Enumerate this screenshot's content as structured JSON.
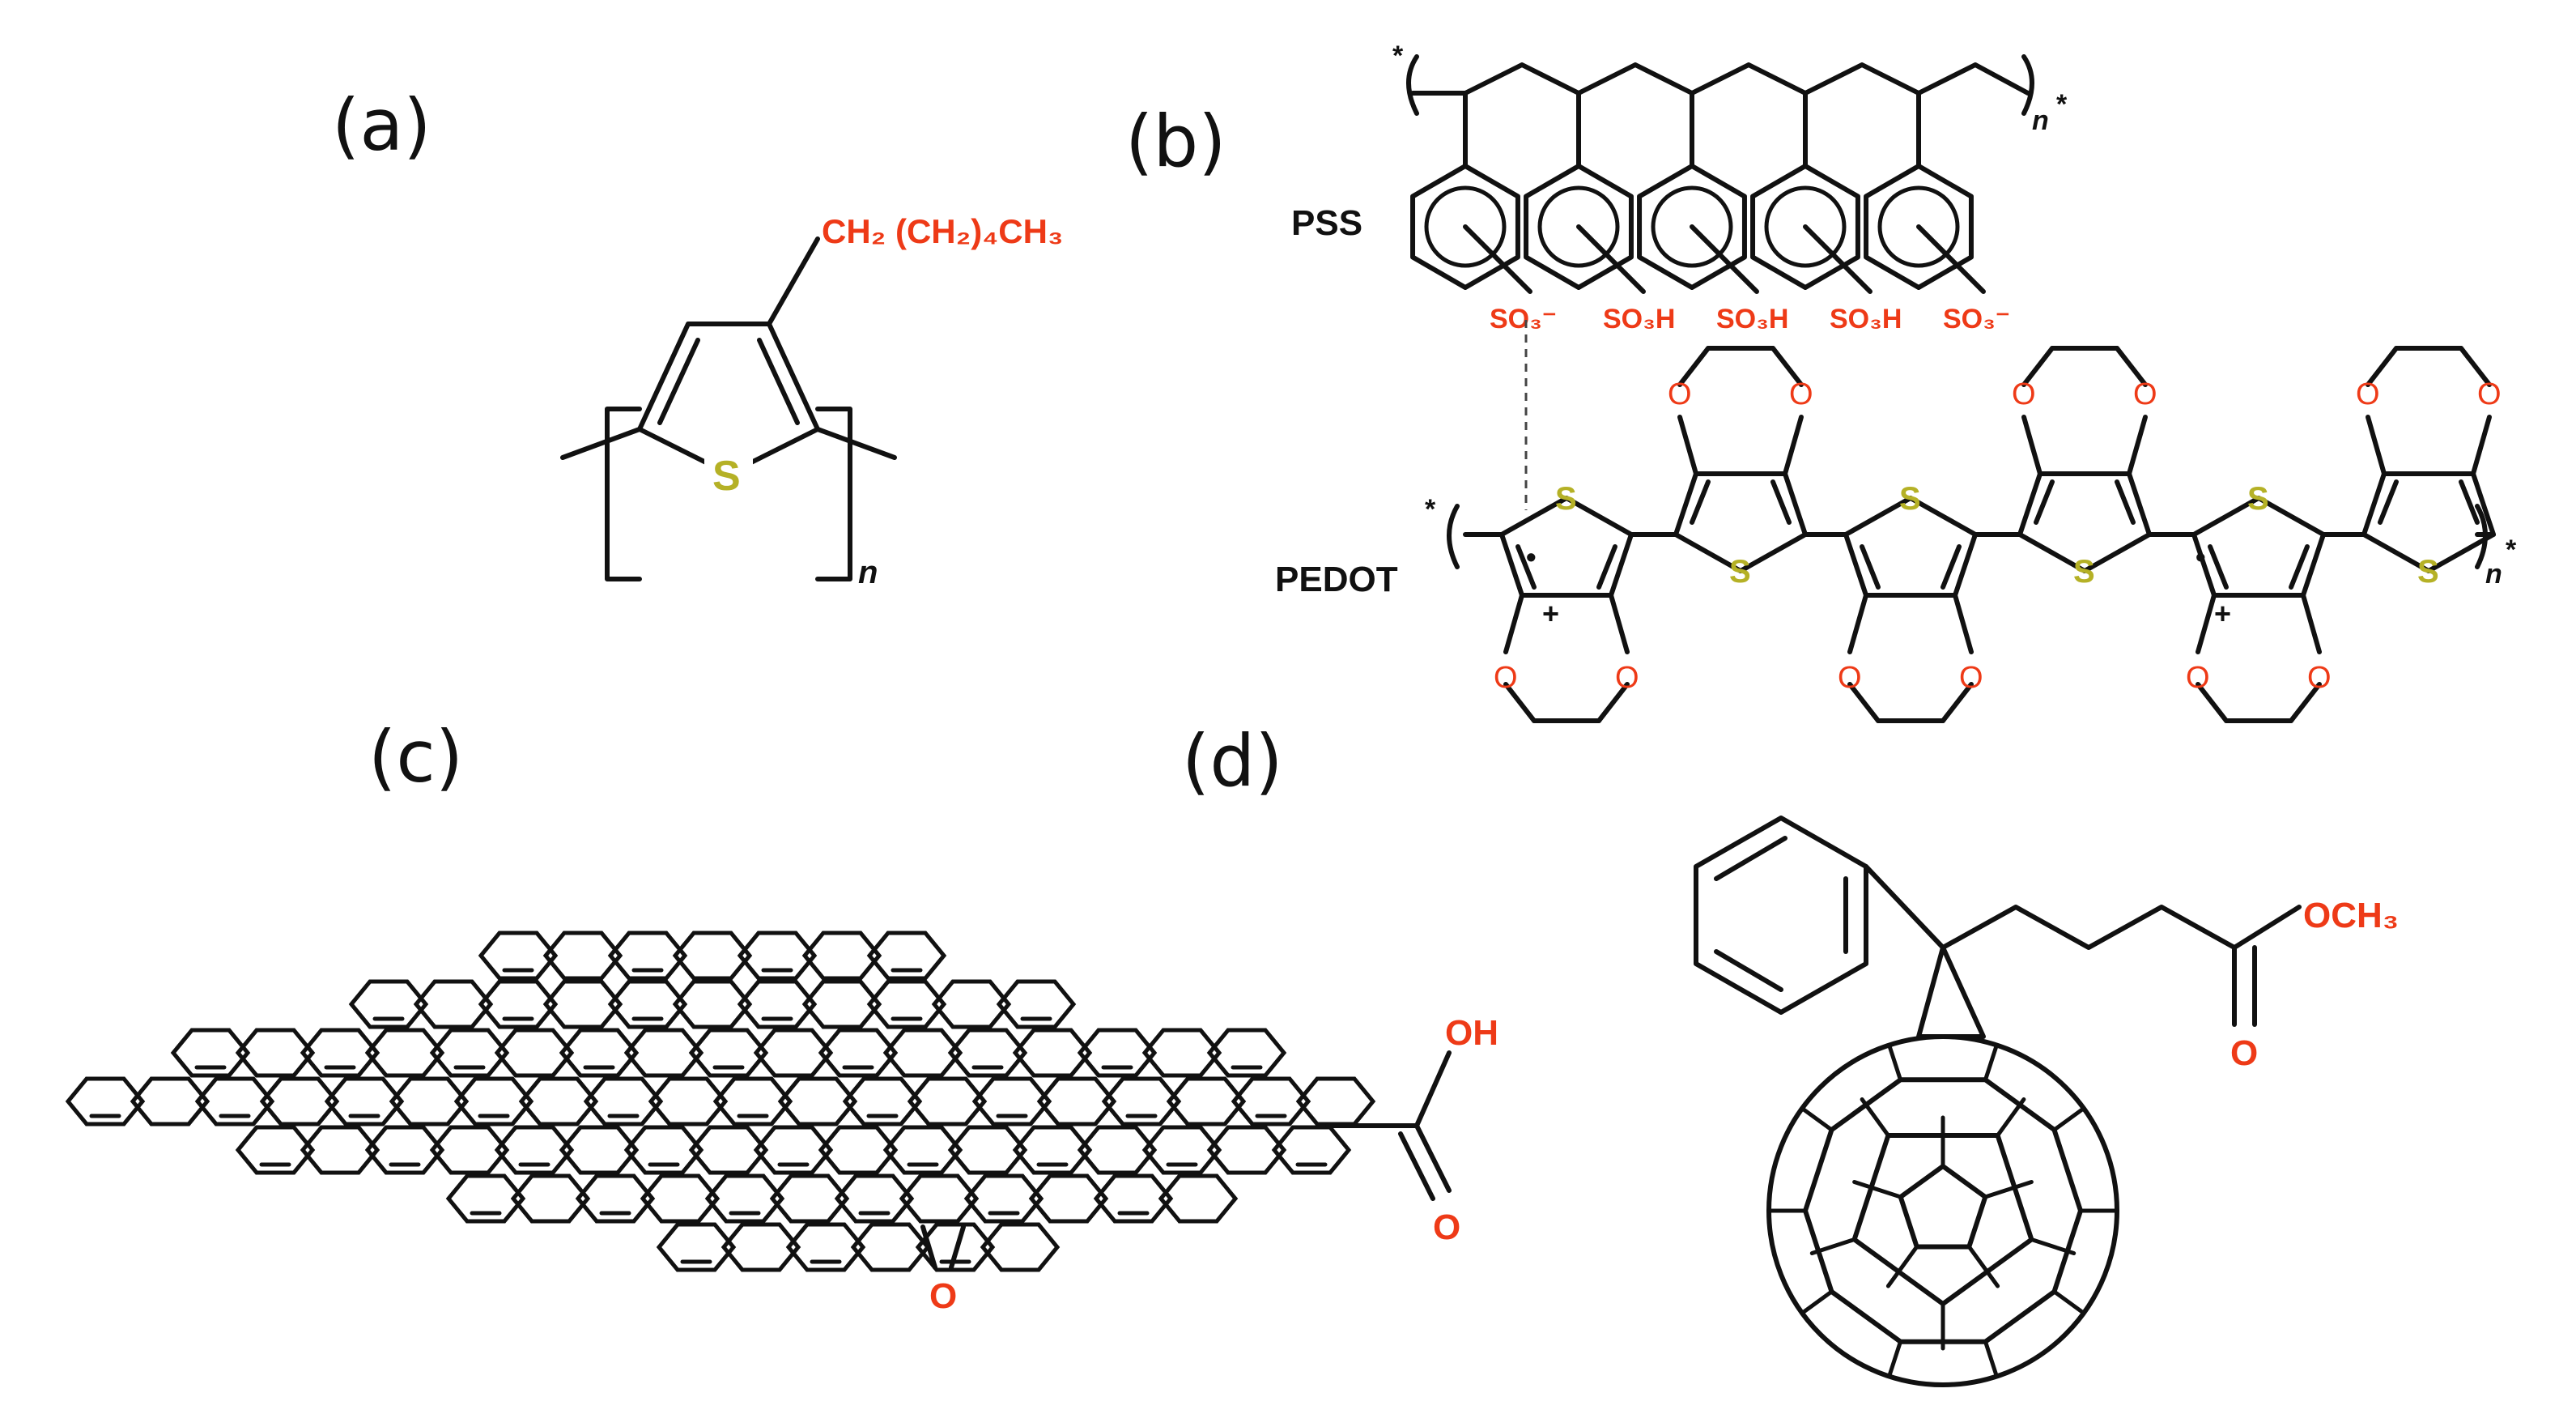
{
  "panels": {
    "a": {
      "label": "(a)",
      "substituent": "CH₂ (CH₂)₄CH₃",
      "sulfur": "S",
      "repeat": "n"
    },
    "b": {
      "label": "(b)",
      "pss": "PSS",
      "pedot": "PEDOT",
      "groups": [
        "SO₃⁻",
        "SO₃H",
        "SO₃H",
        "SO₃H",
        "SO₃⁻"
      ],
      "sulfur": "S",
      "oxygen": "O",
      "star": "*",
      "repeat": "n",
      "plus": "+",
      "dot": "•"
    },
    "c": {
      "label": "(c)",
      "cooh_oh": "OH",
      "cooh_o": "O",
      "epoxide_o": "O"
    },
    "d": {
      "label": "(d)",
      "ester_och3": "OCH₃",
      "ester_o": "O"
    }
  },
  "colors": {
    "heteroatom": "#ee3a17",
    "sulfur": "#b5b126",
    "bond": "#111111"
  }
}
